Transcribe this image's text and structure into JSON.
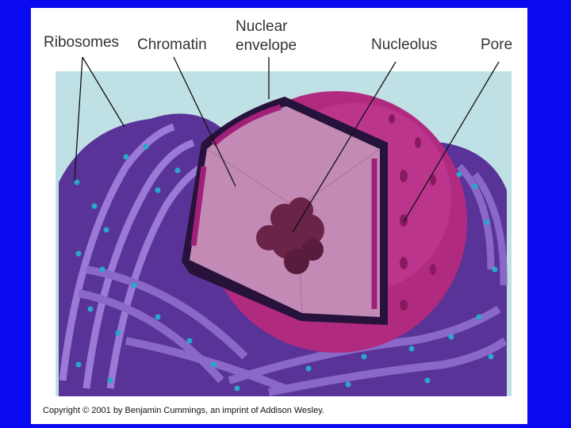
{
  "labels": {
    "ribosomes": "Ribosomes",
    "chromatin": "Chromatin",
    "nuclear_envelope_line1": "Nuclear",
    "nuclear_envelope_line2": "envelope",
    "nucleolus": "Nucleolus",
    "pore": "Pore"
  },
  "copyright": "Copyright © 2001 by Benjamin Cummings, an imprint of Addison Wesley.",
  "colors": {
    "background": "#0a0af0",
    "panel": "#ffffff",
    "sky": "#bfe0e4",
    "er": "#6a3fa8",
    "er_dark": "#3e1f6e",
    "envelope": "#a8247a",
    "nucleoplasm": "#c68ab6",
    "nucleolus": "#6a2448",
    "ribosome": "#2aa8c8"
  }
}
